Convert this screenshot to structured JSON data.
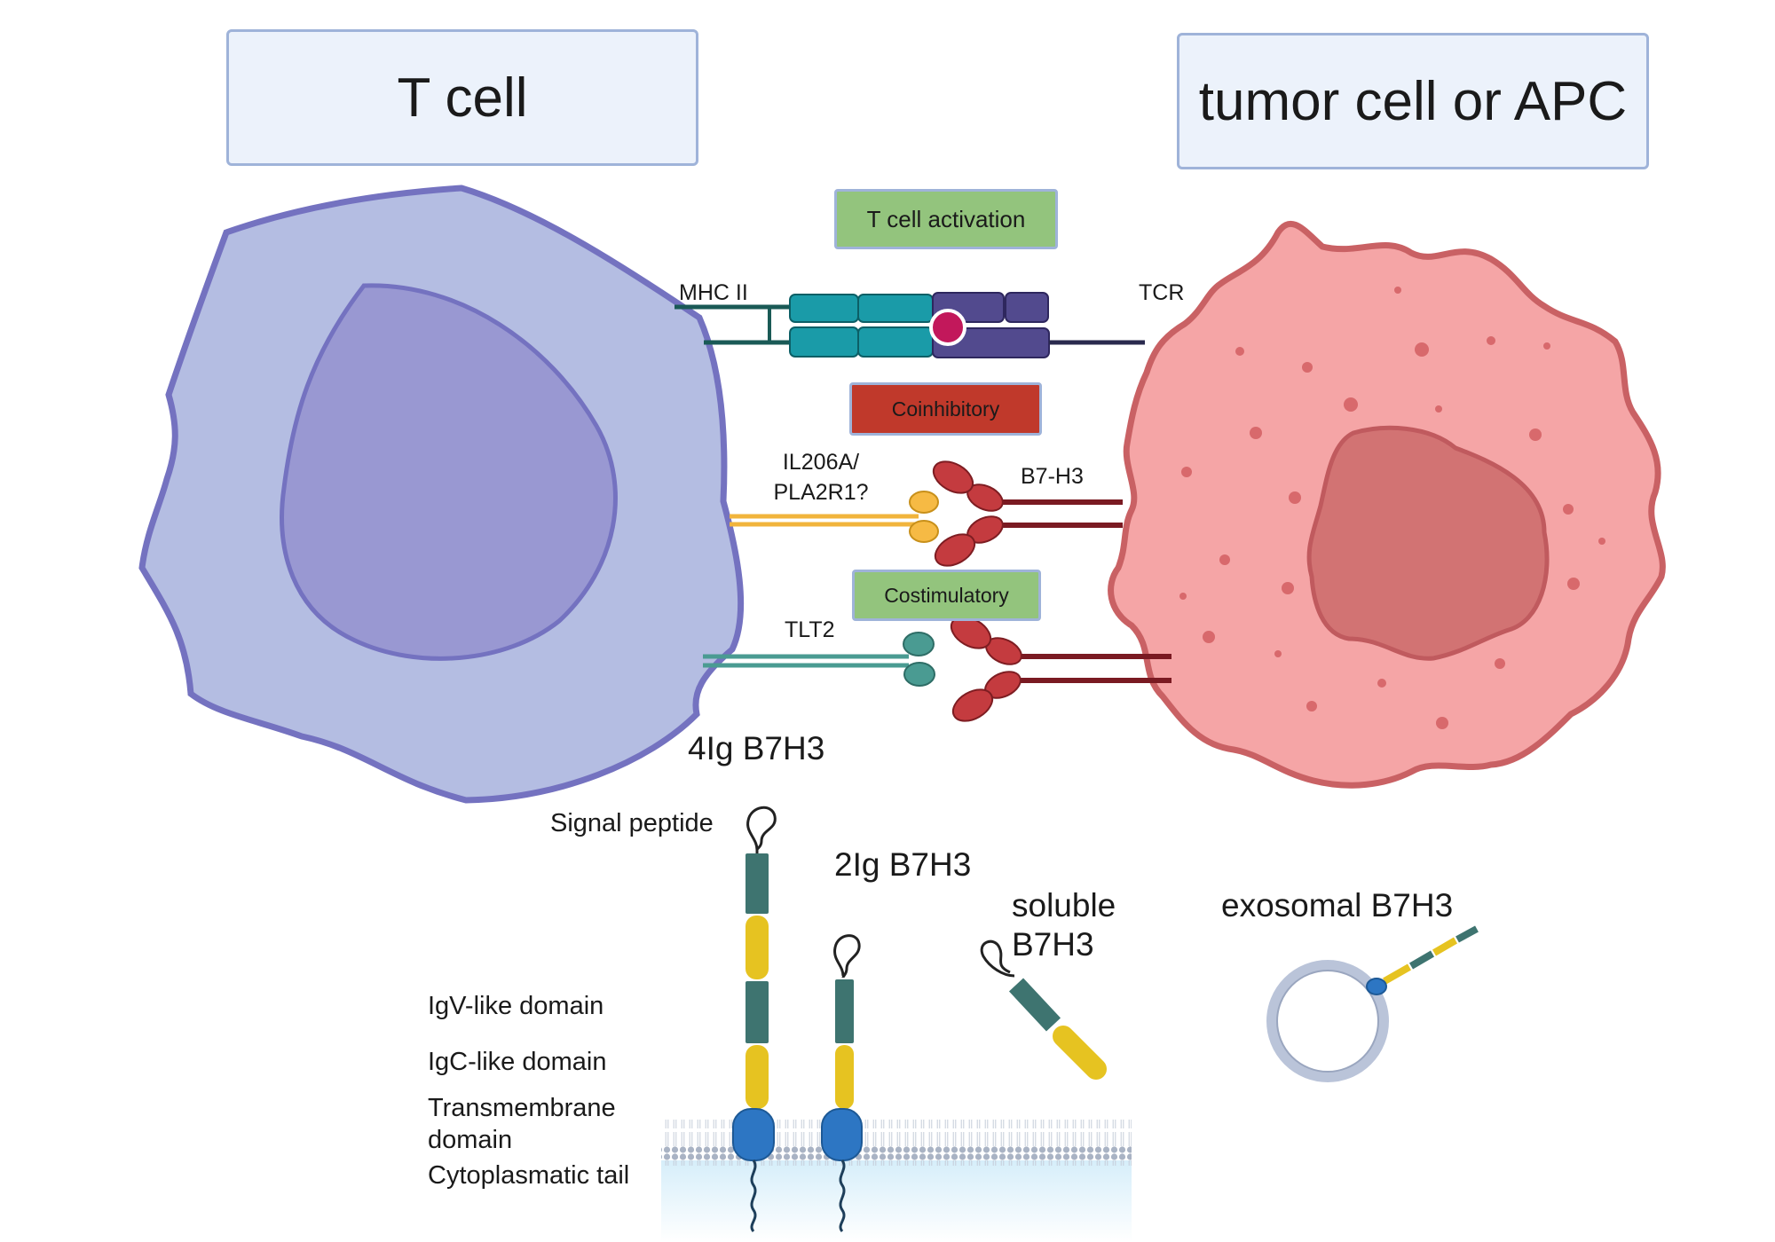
{
  "cells": {
    "left_title": "T cell",
    "right_title": "tumor cell or APC"
  },
  "interactions": {
    "activation": "T cell activation",
    "coinhibitory": "Coinhibitory",
    "costimulatory": "Costimulatory"
  },
  "receptors": {
    "mhc": "MHC II",
    "tcr": "TCR",
    "il206a_line1": "IL206A/",
    "il206a_line2": "PLA2R1?",
    "b7h3": "B7-H3",
    "tlt2": "TLT2"
  },
  "isoforms": {
    "four_ig": "4Ig B7H3",
    "two_ig": "2Ig B7H3",
    "soluble_line1": "soluble",
    "soluble_line2": "B7H3",
    "exosomal": "exosomal B7H3"
  },
  "domain_legend": {
    "signal_peptide": "Signal peptide",
    "igv": "IgV-like domain",
    "igc": "IgC-like domain",
    "tm_line1": "Transmembrane",
    "tm_line2": "domain",
    "tail": "Cytoplasmatic tail"
  },
  "colors": {
    "t_cell_fill": "#b4bde2",
    "t_cell_stroke": "#7472c0",
    "nucleus": "#9998d2",
    "tumor_fill": "#f5a5a6",
    "tumor_stroke": "#c96164",
    "tumor_nucleus": "#d27373",
    "teal": "#1a9ba8",
    "purple": "#524a8e",
    "b7h3_red": "#c43b3f",
    "yellow_domain": "#e6c321",
    "igv_domain": "#3e7470",
    "tm_blue": "#2d76c3"
  }
}
